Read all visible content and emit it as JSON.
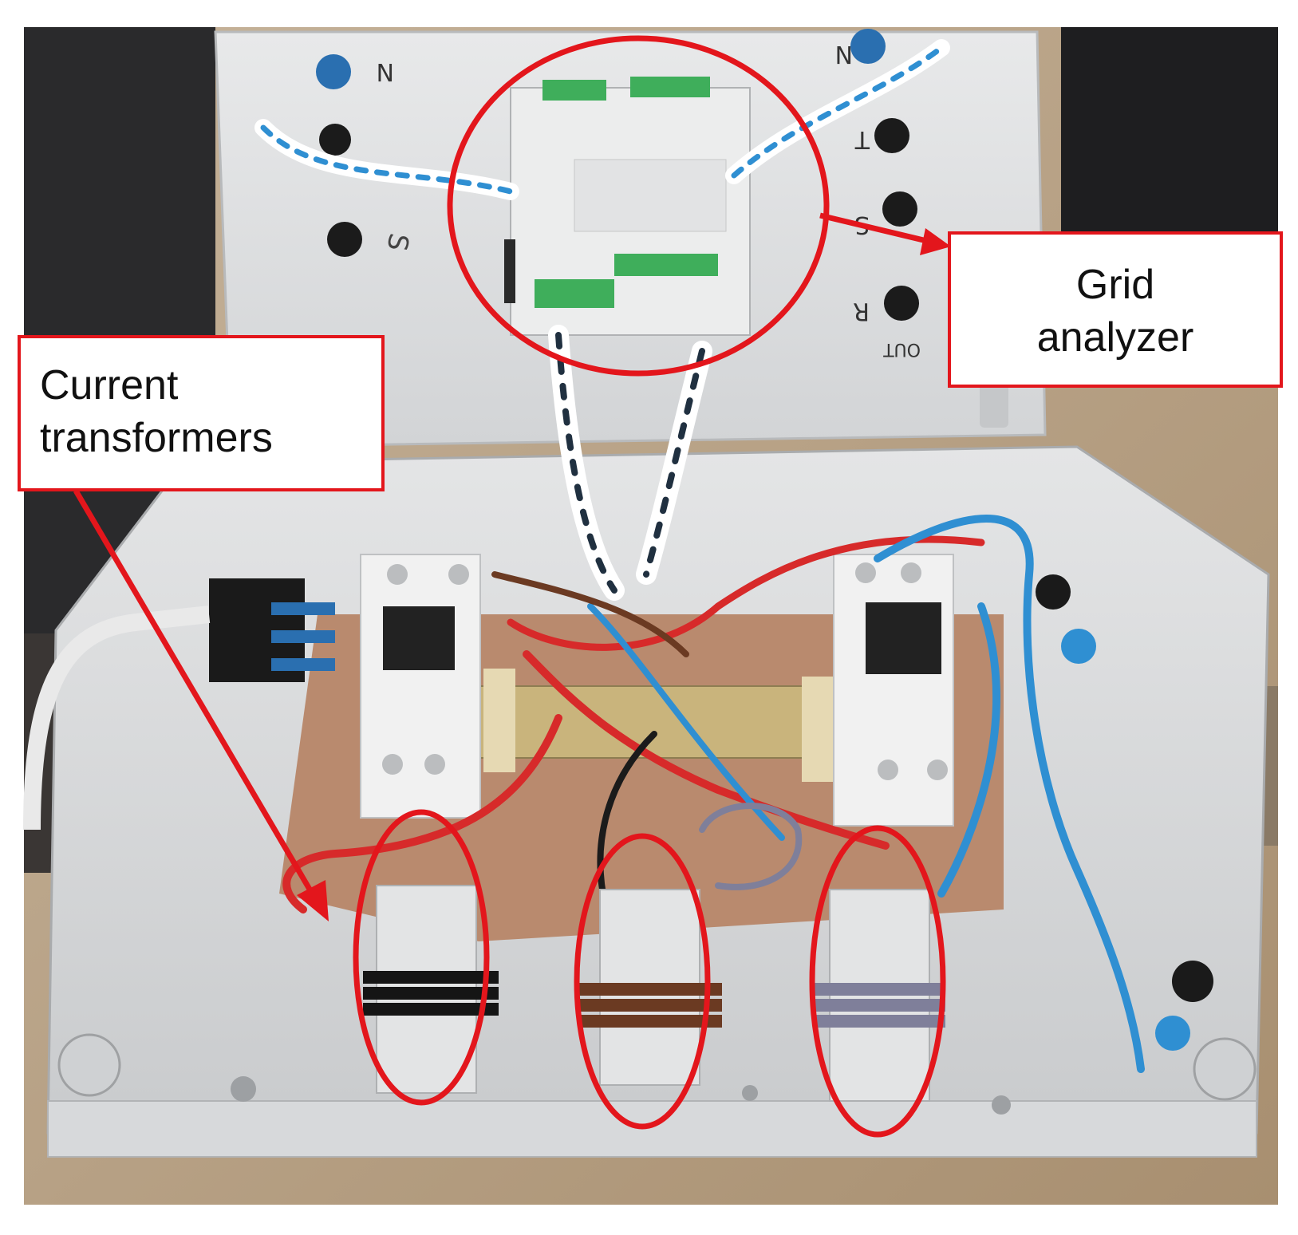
{
  "annotations": {
    "current_transformers": {
      "line1": "Current",
      "line2": "transformers"
    },
    "grid_analyzer": {
      "line1": "Grid",
      "line2": "analyzer"
    }
  },
  "colors": {
    "annotation": "#e3161c",
    "enclosure": "#d9dbdd",
    "background_wood": "#b9a58a",
    "backplate": "#b98a6e",
    "terminal_green": "#3fae5b",
    "wire_blue": "#2f8fd2",
    "wire_red": "#d72a2a",
    "wire_brown": "#6b3a22",
    "wire_grey": "#7f7f9a"
  },
  "terminal_labels": [
    "N",
    "S",
    "N",
    "T",
    "S",
    "R",
    "OUT"
  ]
}
